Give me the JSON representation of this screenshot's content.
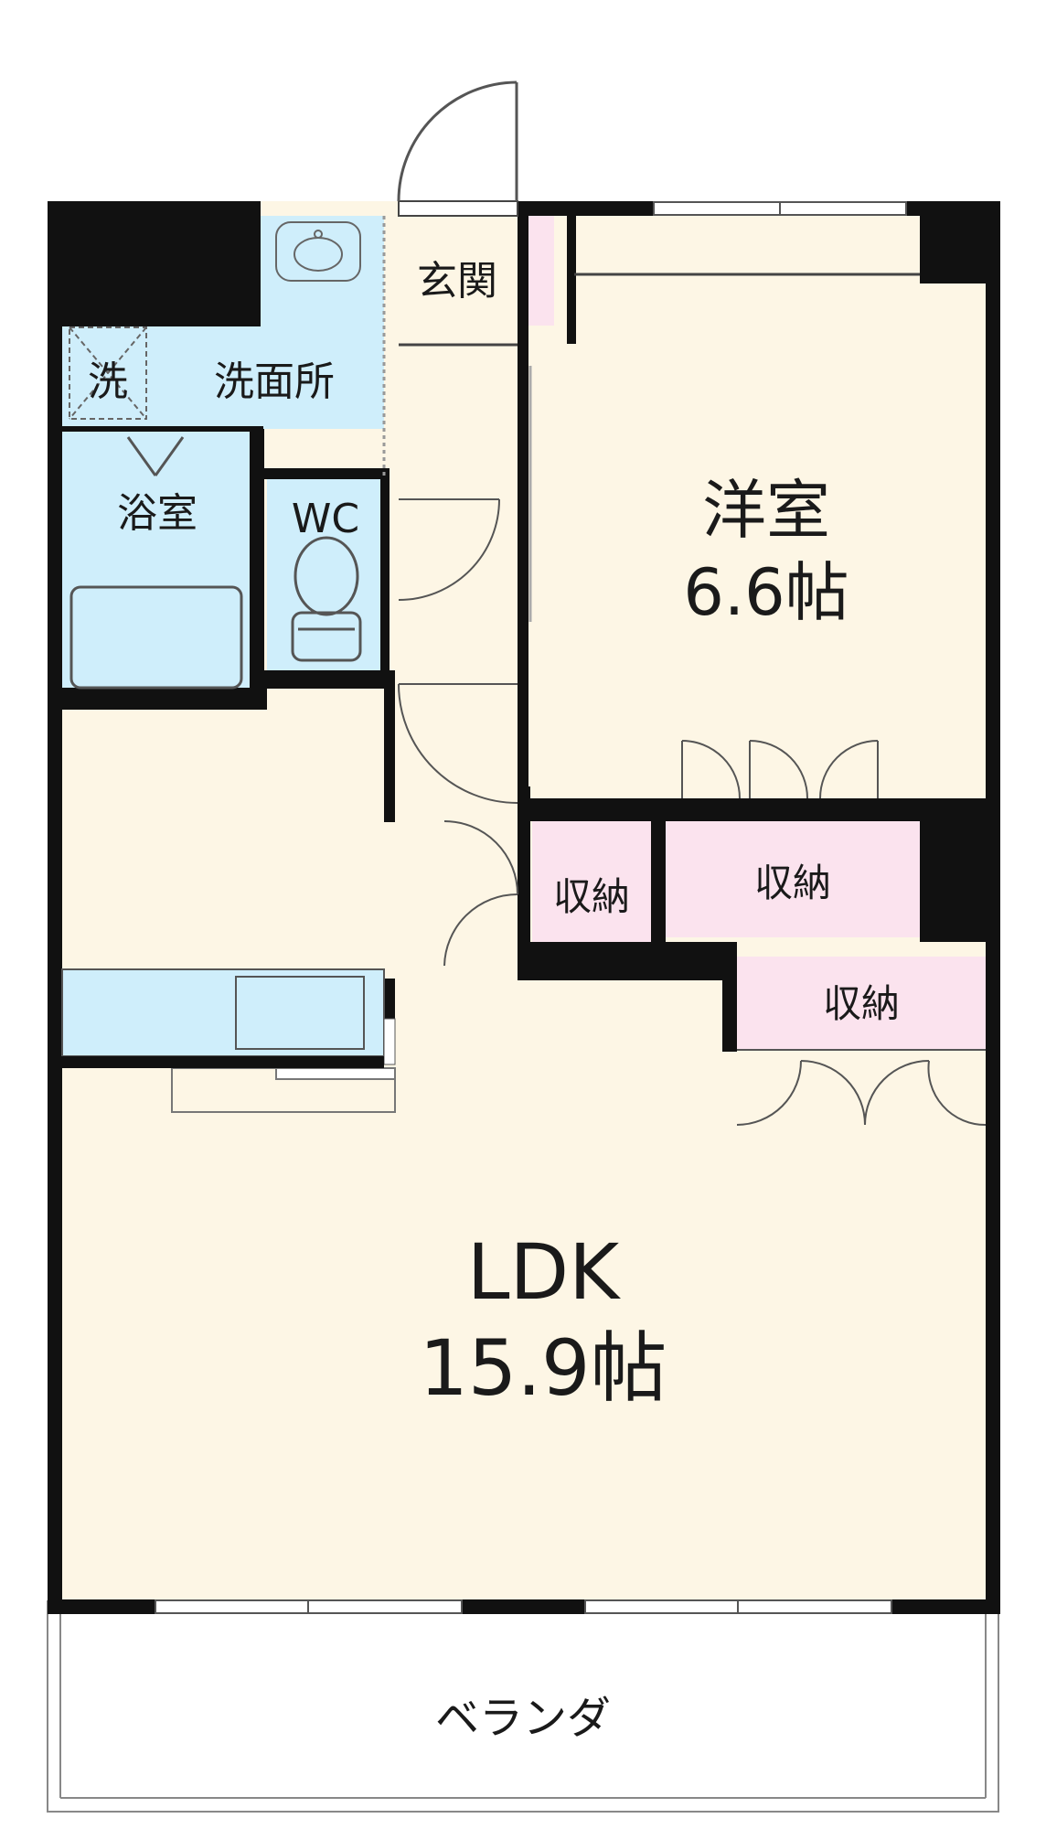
{
  "rooms": {
    "western": {
      "name": "洋室",
      "size": "6.6帖"
    },
    "ldk": {
      "name": "LDK",
      "size": "15.9帖"
    },
    "entrance": {
      "name": "玄関"
    },
    "washroom": {
      "name": "洗面所"
    },
    "washer": {
      "name": "洗"
    },
    "bath": {
      "name": "浴室"
    },
    "wc": {
      "name": "WC"
    },
    "storage_a": {
      "name": "収納"
    },
    "storage_b": {
      "name": "収納"
    },
    "storage_c": {
      "name": "収納"
    },
    "balcony": {
      "name": "ベランダ"
    }
  },
  "colors": {
    "wall": "#111111",
    "living_floor": "#fdf6e5",
    "wet_area": "#cfeefb",
    "storage_floor": "#fbe3ee",
    "balcony_floor": "#ffffff",
    "fixture_line": "#666666"
  }
}
